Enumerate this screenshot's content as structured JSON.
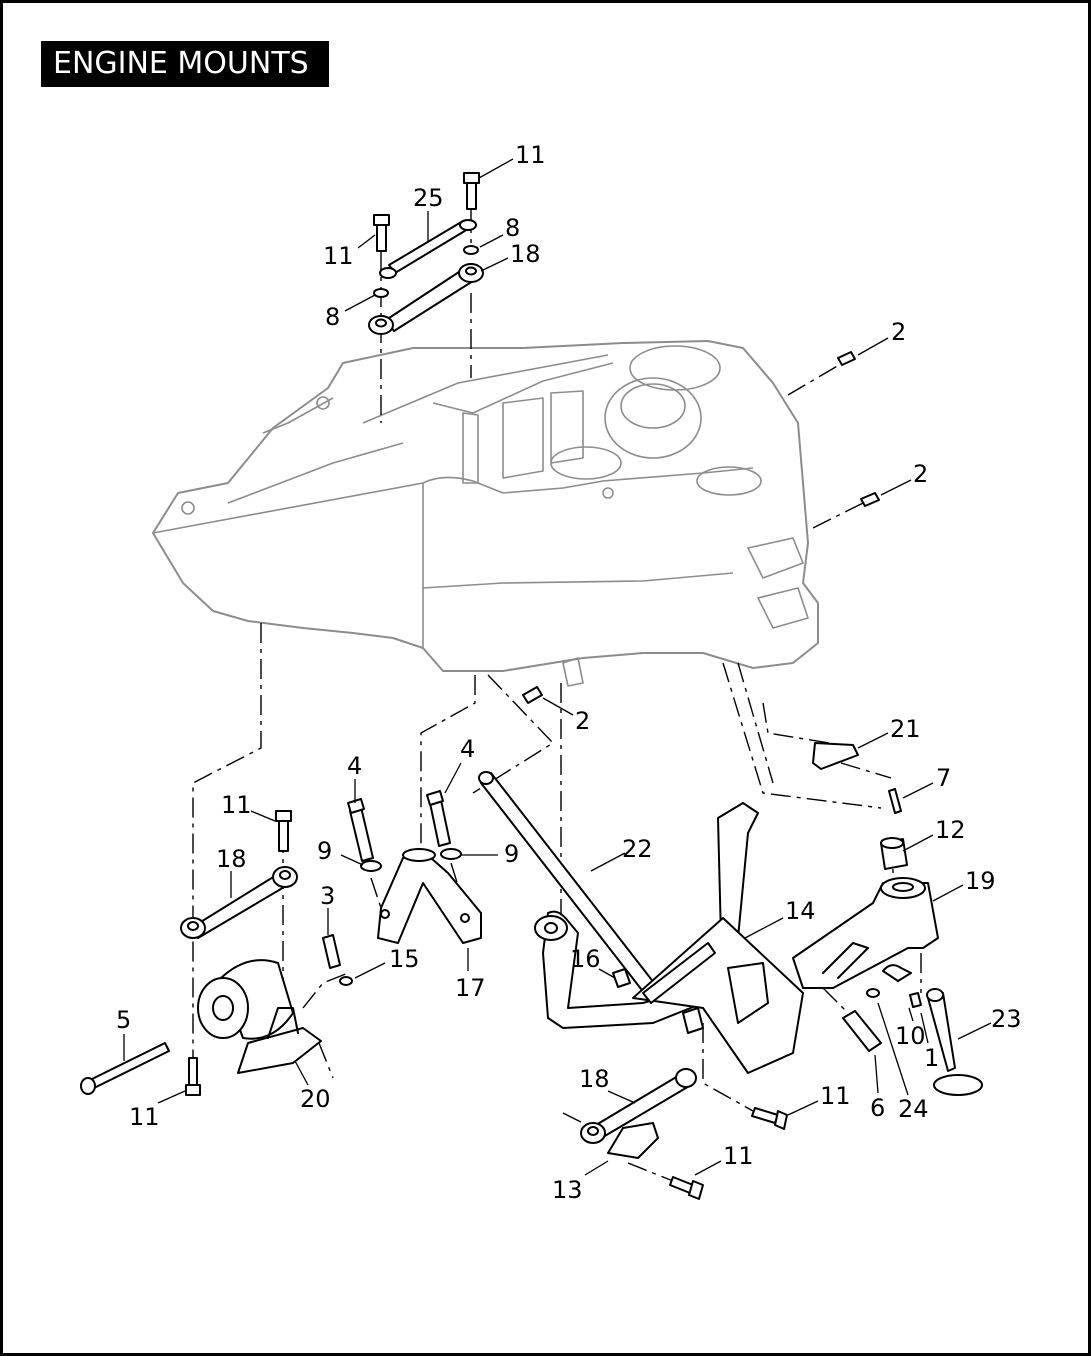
{
  "title": "ENGINE MOUNTS",
  "callouts": {
    "c1": "11",
    "c2": "25",
    "c3": "8",
    "c4": "18",
    "c5": "11",
    "c6": "8",
    "c7": "2",
    "c8": "2",
    "c9": "2",
    "c10": "21",
    "c11": "7",
    "c12": "4",
    "c13": "4",
    "c14": "11",
    "c15": "18",
    "c16": "9",
    "c17": "9",
    "c18": "22",
    "c19": "12",
    "c20": "19",
    "c21": "3",
    "c22": "14",
    "c23": "15",
    "c24": "16",
    "c25": "17",
    "c26": "5",
    "c27": "23",
    "c28": "10",
    "c29": "1",
    "c30": "20",
    "c31": "11",
    "c32": "18",
    "c33": "11",
    "c34": "6",
    "c35": "24",
    "c36": "11",
    "c37": "13"
  }
}
